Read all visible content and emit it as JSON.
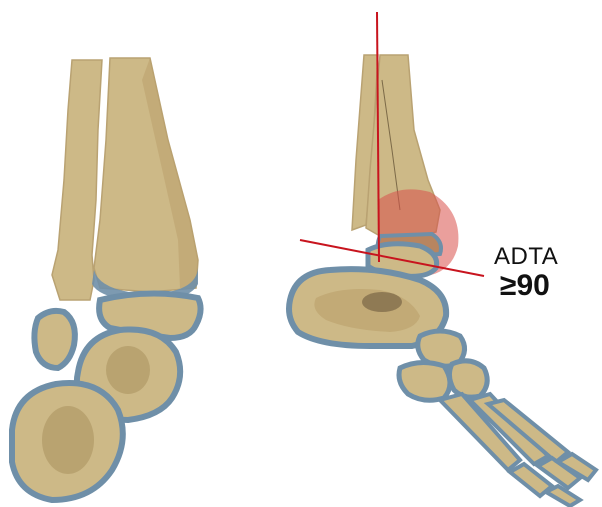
{
  "annotation": {
    "abbreviation": "ADTA",
    "value": "≥90"
  },
  "colors": {
    "bone_fill": "#cdb987",
    "bone_shade": "#b7a06d",
    "cartilage_edge": "#6f8fa8",
    "marrow": "#9b8660",
    "reference_line": "#c8141e",
    "highlight_region": "#d8504a"
  },
  "views": [
    "anterior-view",
    "lateral-view"
  ]
}
